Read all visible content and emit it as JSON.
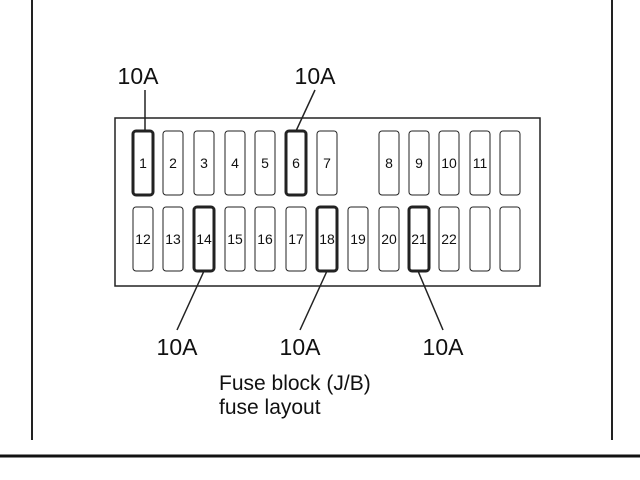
{
  "diagram": {
    "caption_line1": "Fuse block (J/B)",
    "caption_line2": "fuse layout",
    "top_row": [
      "1",
      "2",
      "3",
      "4",
      "5",
      "6",
      "7",
      "",
      "8",
      "9",
      "10",
      "11",
      ""
    ],
    "bottom_row": [
      "12",
      "13",
      "14",
      "15",
      "16",
      "17",
      "18",
      "19",
      "20",
      "21",
      "22",
      "",
      ""
    ],
    "callouts": [
      {
        "fuse": "1",
        "label": "10A"
      },
      {
        "fuse": "6",
        "label": "10A"
      },
      {
        "fuse": "14",
        "label": "10A"
      },
      {
        "fuse": "18",
        "label": "10A"
      },
      {
        "fuse": "21",
        "label": "10A"
      }
    ]
  }
}
